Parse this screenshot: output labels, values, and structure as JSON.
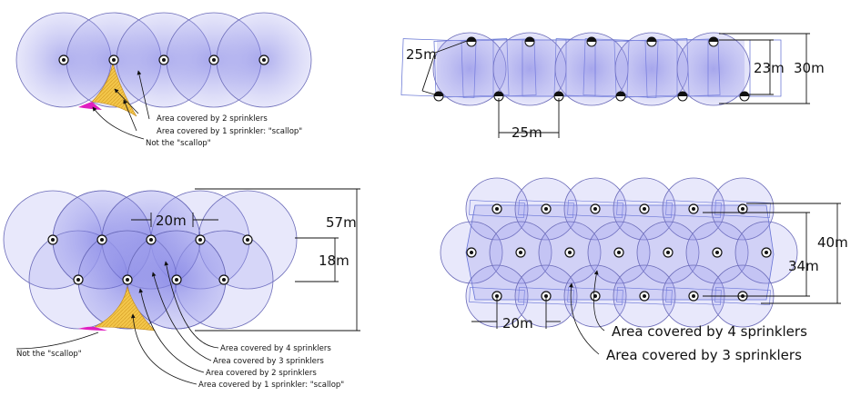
{
  "panel_top_left": {
    "annotations": {
      "two": "Area covered by 2 sprinklers",
      "one": "Area covered by 1 sprinkler: \"scallop\"",
      "not": "Not the \"scallop\""
    }
  },
  "panel_top_right": {
    "dims": {
      "side": "25m",
      "height_inner": "23m",
      "height_outer": "30m",
      "spacing": "25m"
    }
  },
  "panel_bottom_left": {
    "dims": {
      "spacing": "20m",
      "height_outer": "57m",
      "row_gap": "18m"
    },
    "annotations": {
      "not": "Not the \"scallop\"",
      "four": "Area covered by 4 sprinklers",
      "three": "Area covered by 3 sprinklers",
      "two": "Area covered by 2 sprinklers",
      "one": "Area covered by 1 sprinkler: \"scallop\""
    }
  },
  "panel_bottom_right": {
    "dims": {
      "height_outer": "40m",
      "height_inner": "34m",
      "spacing": "20m"
    },
    "annotations": {
      "four": "Area covered by 4 sprinklers",
      "three": "Area covered by 3 sprinklers"
    }
  },
  "colors": {
    "circle_fill": "#8c8ce8",
    "circle_stroke": "#6a6ab8",
    "scallop": "#f0c040",
    "not_scallop": "#e020c0"
  }
}
